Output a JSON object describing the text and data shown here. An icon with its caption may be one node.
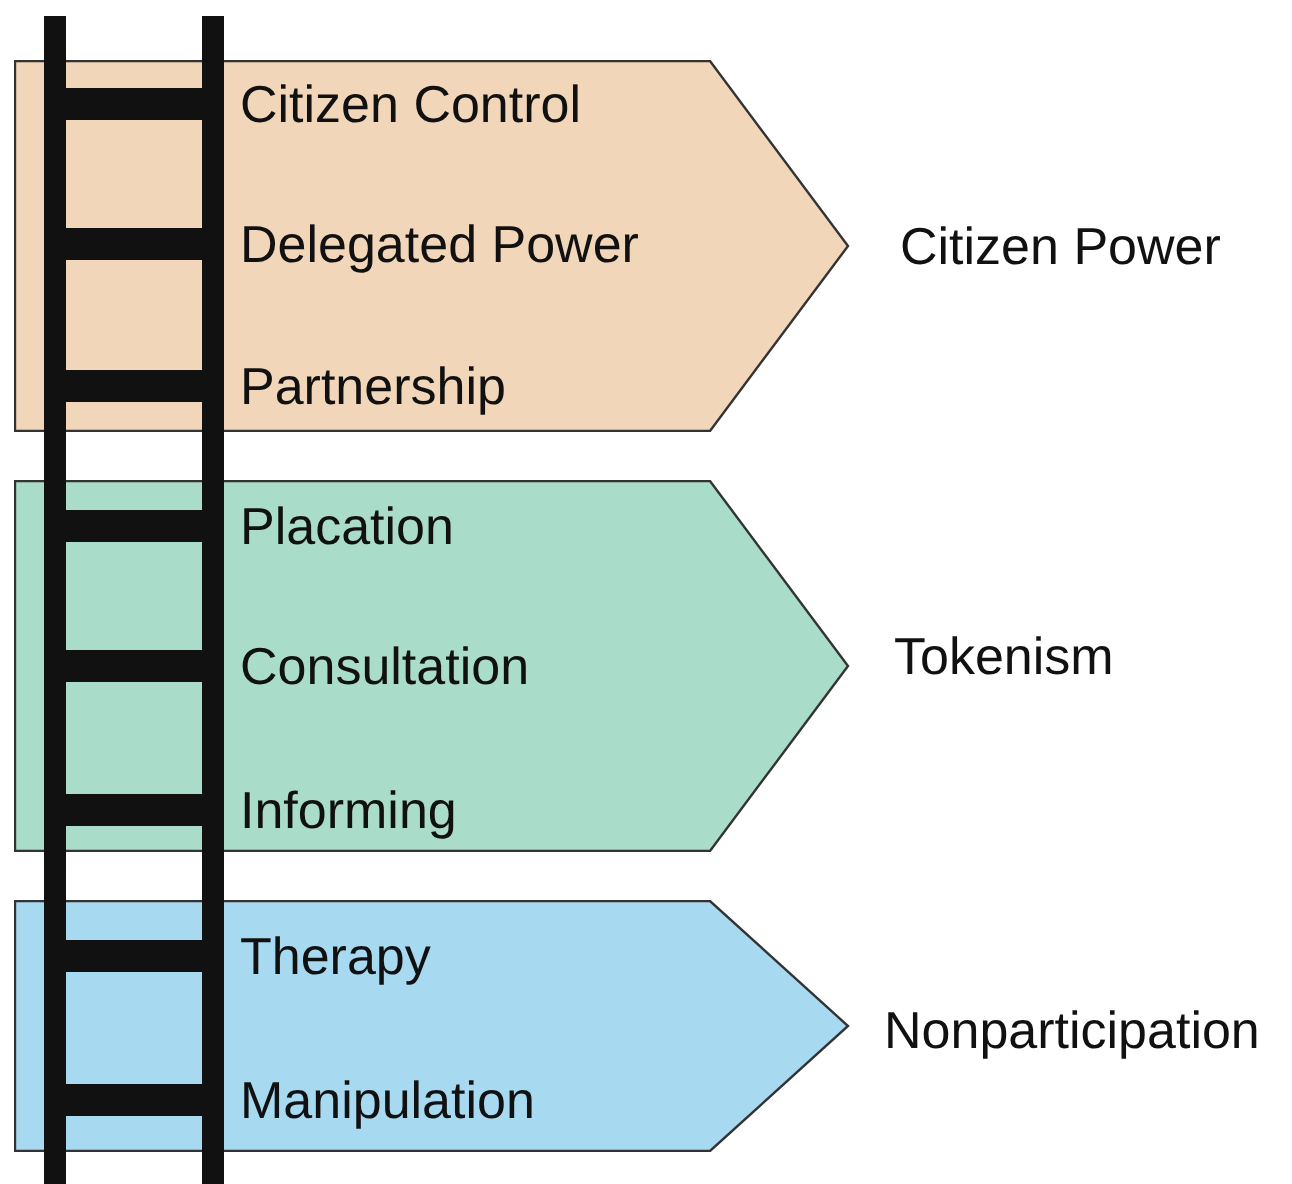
{
  "diagram": {
    "nodes": [
      {
        "text": [
          "Citizen Control",
          "Delegated Power",
          "Partnership"
        ],
        "beside": [
          "Citizen Power"
        ]
      },
      {
        "text": [
          "Placation",
          "Consultation",
          "Informing"
        ],
        "beside": [
          "Tokenism"
        ]
      },
      {
        "text": [
          "Therapy",
          "Manipulation"
        ],
        "beside": [
          "Nonparticipation"
        ]
      }
    ]
  }
}
